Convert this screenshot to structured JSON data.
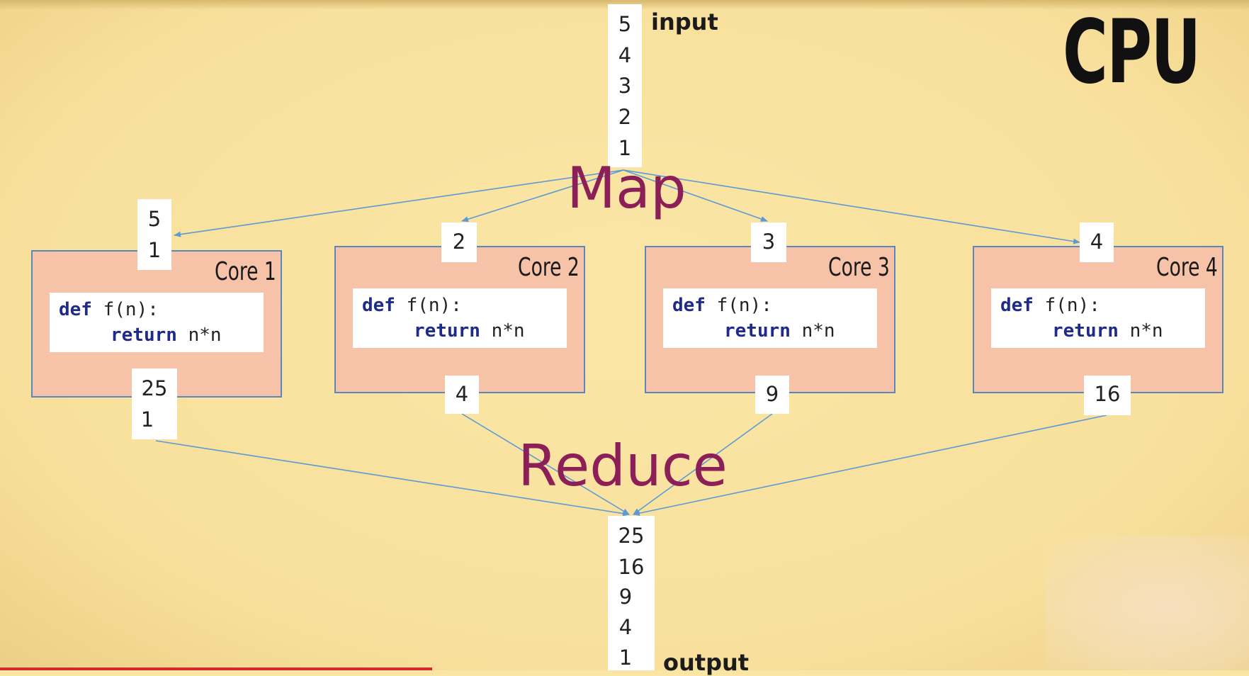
{
  "title": "CPU",
  "input": {
    "label": "input",
    "values": [
      "5",
      "4",
      "3",
      "2",
      "1"
    ]
  },
  "map_label": "Map",
  "reduce_label": "Reduce",
  "cores": [
    {
      "name": "Core 1",
      "input_values": [
        "5",
        "1"
      ],
      "output_values": [
        "25",
        "1"
      ]
    },
    {
      "name": "Core 2",
      "input_values": [
        "2"
      ],
      "output_values": [
        "4"
      ]
    },
    {
      "name": "Core 3",
      "input_values": [
        "3"
      ],
      "output_values": [
        "9"
      ]
    },
    {
      "name": "Core 4",
      "input_values": [
        "4"
      ],
      "output_values": [
        "16"
      ]
    }
  ],
  "code": {
    "def_kw": "def",
    "signature": " f(n):",
    "return_kw": "return",
    "expr": " n*n"
  },
  "output": {
    "label": "output",
    "values": [
      "25",
      "16",
      "9",
      "4",
      "1"
    ]
  },
  "colors": {
    "background": "#fae5a4",
    "core_fill": "#f7c3a8",
    "core_border": "#5a88bd",
    "accent_text": "#8c1f58",
    "arrow": "#5b9bd5",
    "keyword": "#1f2b8a"
  }
}
